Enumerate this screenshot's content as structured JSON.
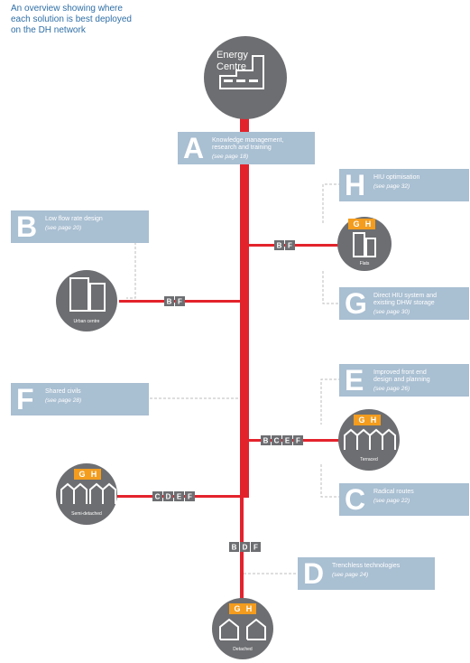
{
  "intro": {
    "line1": "An overview showing where",
    "line2": "each solution is best deployed",
    "line3": "on the DH network"
  },
  "energy_centre": {
    "line1": "Energy",
    "line2": "Centre"
  },
  "solutions": {
    "A": {
      "letter": "A",
      "line1": "Knowledge management,",
      "line2": "research and training",
      "page": "(see page 18)"
    },
    "B": {
      "letter": "B",
      "line1": "Low flow rate design",
      "page": "(see page 20)"
    },
    "H": {
      "letter": "H",
      "line1": "HIU optimisation",
      "page": "(see page 32)"
    },
    "G": {
      "letter": "G",
      "line1": "Direct HIU system and",
      "line2": "existing DHW storage",
      "page": "(see page 30)"
    },
    "F": {
      "letter": "F",
      "line1": "Shared civils",
      "page": "(see page 28)"
    },
    "E": {
      "letter": "E",
      "line1": "Improved front end",
      "line2": "design and planning",
      "page": "(see page 26)"
    },
    "C": {
      "letter": "C",
      "line1": "Radical routes",
      "page": "(see page 22)"
    },
    "D": {
      "letter": "D",
      "line1": "Trenchless technologies",
      "page": "(see page 24)"
    }
  },
  "connections": {
    "urban": [
      "B",
      "F"
    ],
    "flats": [
      "B",
      "F"
    ],
    "terraced": [
      "B",
      "C",
      "E",
      "F"
    ],
    "semi": [
      "C",
      "D",
      "E",
      "F"
    ],
    "detached_trunk": [
      "B",
      "D",
      "F"
    ]
  },
  "buildings": {
    "urban": {
      "label": "Urban centre"
    },
    "flats": {
      "label": "Flats",
      "badge": [
        "G",
        "H"
      ]
    },
    "terraced": {
      "label": "Terraced",
      "badge": [
        "G",
        "H"
      ]
    },
    "semi": {
      "label": "Semi-detached",
      "badge": [
        "G",
        "H"
      ]
    },
    "detached": {
      "label": "Detached",
      "badge": [
        "G",
        "H"
      ]
    }
  },
  "colors": {
    "pipe": "#e3232c",
    "circle": "#6d6e71",
    "box": "#a9bfd2",
    "badge": "#f39c1e",
    "tag": "#6d6e71",
    "intro_text": "#2f6fa6"
  }
}
